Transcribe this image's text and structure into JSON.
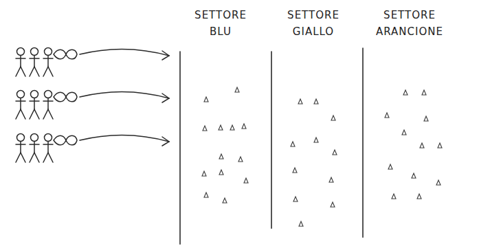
{
  "diagram": {
    "nodes": [
      {
        "text": [
          "SETTORE BLU"
        ]
      },
      {
        "text": [
          "SETTORE GIALLO"
        ]
      },
      {
        "text": [
          "SETTORE ARANCIONE"
        ]
      }
    ]
  }
}
